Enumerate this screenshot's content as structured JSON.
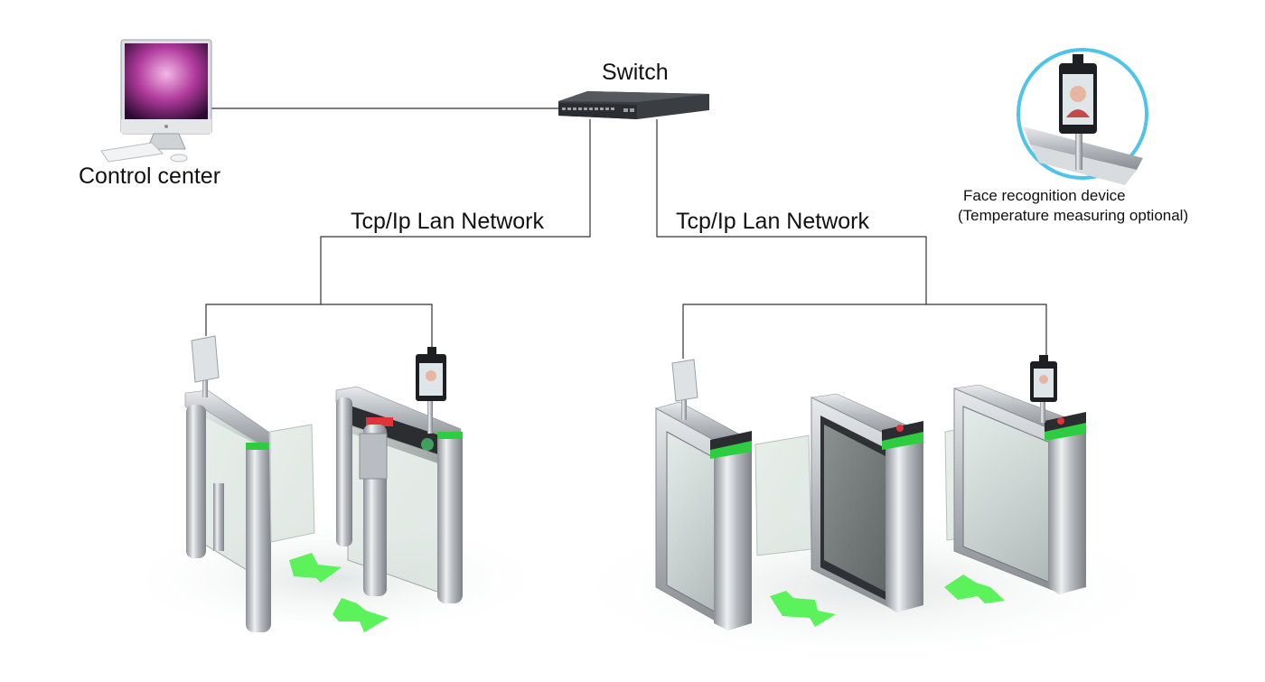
{
  "labels": {
    "switch": "Switch",
    "control_center": "Control center",
    "network_left": "Tcp/Ip Lan Network",
    "network_right": "Tcp/Ip Lan Network",
    "face_device_line1": "Face recognition device",
    "face_device_line2": "(Temperature measuring optional)"
  },
  "icons": {
    "computer": "desktop-computer-icon",
    "switch": "network-switch-icon",
    "face_device": "face-recognition-terminal-icon",
    "gate_left": "swing-gate-turnstile",
    "gate_right": "speed-gate-turnstile",
    "arrow": "green-direction-arrow"
  },
  "colors": {
    "line": "#333333",
    "green_led": "#2ecc40",
    "arrow": "#5cf25c",
    "badge_ring": "#4fc3e8",
    "steel": "#c4c8cc"
  }
}
